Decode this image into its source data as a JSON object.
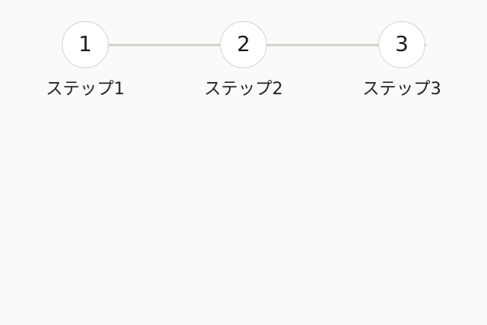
{
  "stepper": {
    "orientation": "horizontal",
    "current_step": 1,
    "colors": {
      "background": "#fafafa",
      "circle_fill": "#ffffff",
      "circle_border": "#d9d4cd",
      "connector": "#d6d1ca",
      "number_text": "#1c1c1c",
      "label_text": "#232323"
    },
    "steps": [
      {
        "number": "1",
        "label": "ステップ1"
      },
      {
        "number": "2",
        "label": "ステップ2"
      },
      {
        "number": "3",
        "label": "ステップ3"
      }
    ]
  }
}
